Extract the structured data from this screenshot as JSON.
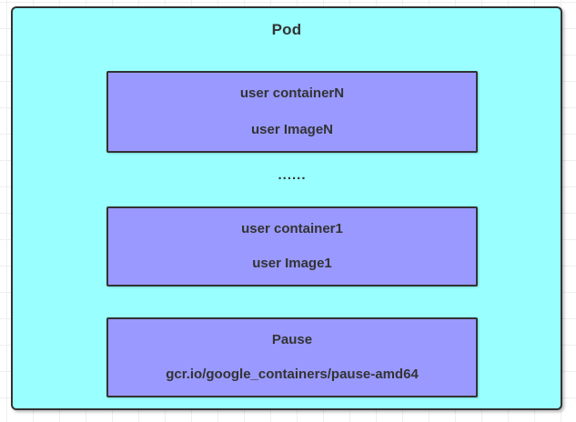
{
  "diagram": {
    "pod": {
      "title": "Pod"
    },
    "ellipsis": "......",
    "containers": [
      {
        "name": "user-container-n",
        "line1": "user containerN",
        "line2": "user ImageN"
      },
      {
        "name": "user-container-1",
        "line1": "user container1",
        "line2": "user Image1"
      },
      {
        "name": "pause-container",
        "line1": "Pause",
        "line2": "gcr.io/google_containers/pause-amd64"
      }
    ],
    "colors": {
      "pod_fill": "#99ffff",
      "container_fill": "#9999ff",
      "border": "#333333",
      "text": "#333333",
      "canvas": "#ffffff",
      "grid_line": "#efefef"
    }
  }
}
